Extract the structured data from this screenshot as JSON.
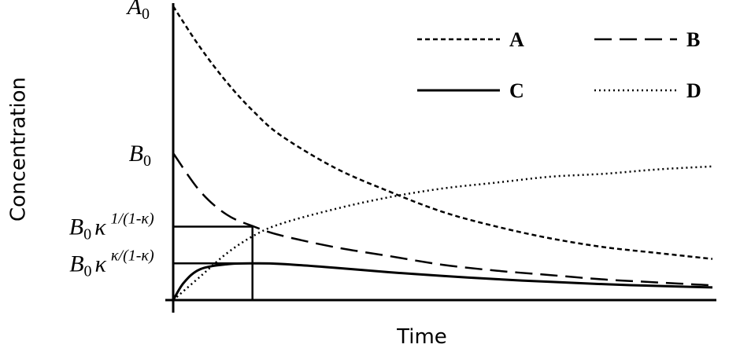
{
  "chart_data": {
    "type": "line",
    "title": "",
    "xlabel": "Time",
    "ylabel": "Concentration",
    "xlim": [
      0,
      10
    ],
    "ylim": [
      0,
      1
    ],
    "grid": false,
    "legend_position": "top-right",
    "y_ticks": [
      {
        "base": "A",
        "sub": "0",
        "value": 1.0
      },
      {
        "base": "B",
        "sub": "0",
        "value": 0.5
      },
      {
        "base": "B",
        "sub": "0",
        "kappa": "κ",
        "sup": "1/(1-κ)",
        "value": 0.25
      },
      {
        "base": "B",
        "sub": "0",
        "kappa": "κ",
        "sup": "κ/(1-κ)",
        "value": 0.125
      }
    ],
    "marker": {
      "t_max": 1.47,
      "c_max": 0.125,
      "b_at_tmax": 0.25
    },
    "series": [
      {
        "name": "A",
        "style": "short-dash",
        "x": [
          0,
          0.5,
          1,
          1.5,
          2,
          3,
          4,
          5,
          6,
          7,
          8,
          9,
          10
        ],
        "y": [
          1.0,
          0.86,
          0.74,
          0.64,
          0.56,
          0.45,
          0.37,
          0.3,
          0.25,
          0.21,
          0.18,
          0.16,
          0.14
        ]
      },
      {
        "name": "B",
        "style": "long-dash",
        "x": [
          0,
          0.5,
          1,
          1.5,
          2,
          3,
          4,
          5,
          6,
          7,
          8,
          9,
          10
        ],
        "y": [
          0.5,
          0.37,
          0.29,
          0.25,
          0.22,
          0.18,
          0.15,
          0.12,
          0.1,
          0.085,
          0.07,
          0.06,
          0.05
        ]
      },
      {
        "name": "C",
        "style": "solid",
        "x": [
          0,
          0.2,
          0.5,
          1.0,
          1.5,
          2,
          3,
          4,
          5,
          6,
          7,
          8,
          9,
          10
        ],
        "y": [
          0,
          0.06,
          0.105,
          0.122,
          0.125,
          0.123,
          0.11,
          0.095,
          0.082,
          0.071,
          0.062,
          0.054,
          0.048,
          0.043
        ]
      },
      {
        "name": "D",
        "style": "dotted",
        "x": [
          0,
          0.5,
          1,
          1.5,
          2,
          3,
          4,
          5,
          6,
          7,
          8,
          9,
          10
        ],
        "y": [
          0,
          0.08,
          0.16,
          0.22,
          0.26,
          0.31,
          0.35,
          0.38,
          0.4,
          0.42,
          0.43,
          0.445,
          0.455
        ]
      }
    ]
  },
  "legend": [
    {
      "name": "A",
      "style": "short-dash",
      "col": 0,
      "row": 0
    },
    {
      "name": "B",
      "style": "long-dash",
      "col": 1,
      "row": 0
    },
    {
      "name": "C",
      "style": "solid",
      "col": 0,
      "row": 1
    },
    {
      "name": "D",
      "style": "dotted",
      "col": 1,
      "row": 1
    }
  ],
  "colors": {
    "line": "#000000",
    "background": "#ffffff"
  }
}
